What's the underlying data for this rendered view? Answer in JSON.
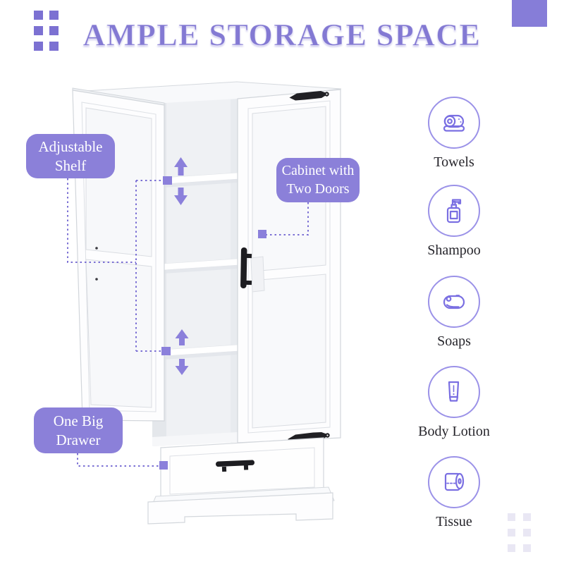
{
  "title": "AMPLE STORAGE SPACE",
  "callouts": {
    "shelf": {
      "line1": "Adjustable",
      "line2": "Shelf"
    },
    "doors": {
      "line1": "Cabinet with",
      "line2": "Two Doors"
    },
    "drawer": {
      "line1": "One Big",
      "line2": "Drawer"
    }
  },
  "features": [
    {
      "icon": "towel-roll-icon",
      "label": "Towels"
    },
    {
      "icon": "shampoo-bottle-icon",
      "label": "Shampoo"
    },
    {
      "icon": "soap-bar-icon",
      "label": "Soaps"
    },
    {
      "icon": "lotion-tube-icon",
      "label": "Body Lotion"
    },
    {
      "icon": "tissue-roll-icon",
      "label": "Tissue"
    }
  ],
  "colors": {
    "accent": "#8b80d9",
    "title": "#8379d3",
    "connector": "#7b70d4",
    "icon_glyph": "#7a6fe2",
    "icon_circle": "#9b92e8",
    "callout_text": "#ffffff",
    "feature_text": "#26252b",
    "decor_dot": "#7c71d2",
    "decor_dot_light": "#e9e7f4",
    "corner_block": "#867dd8"
  }
}
